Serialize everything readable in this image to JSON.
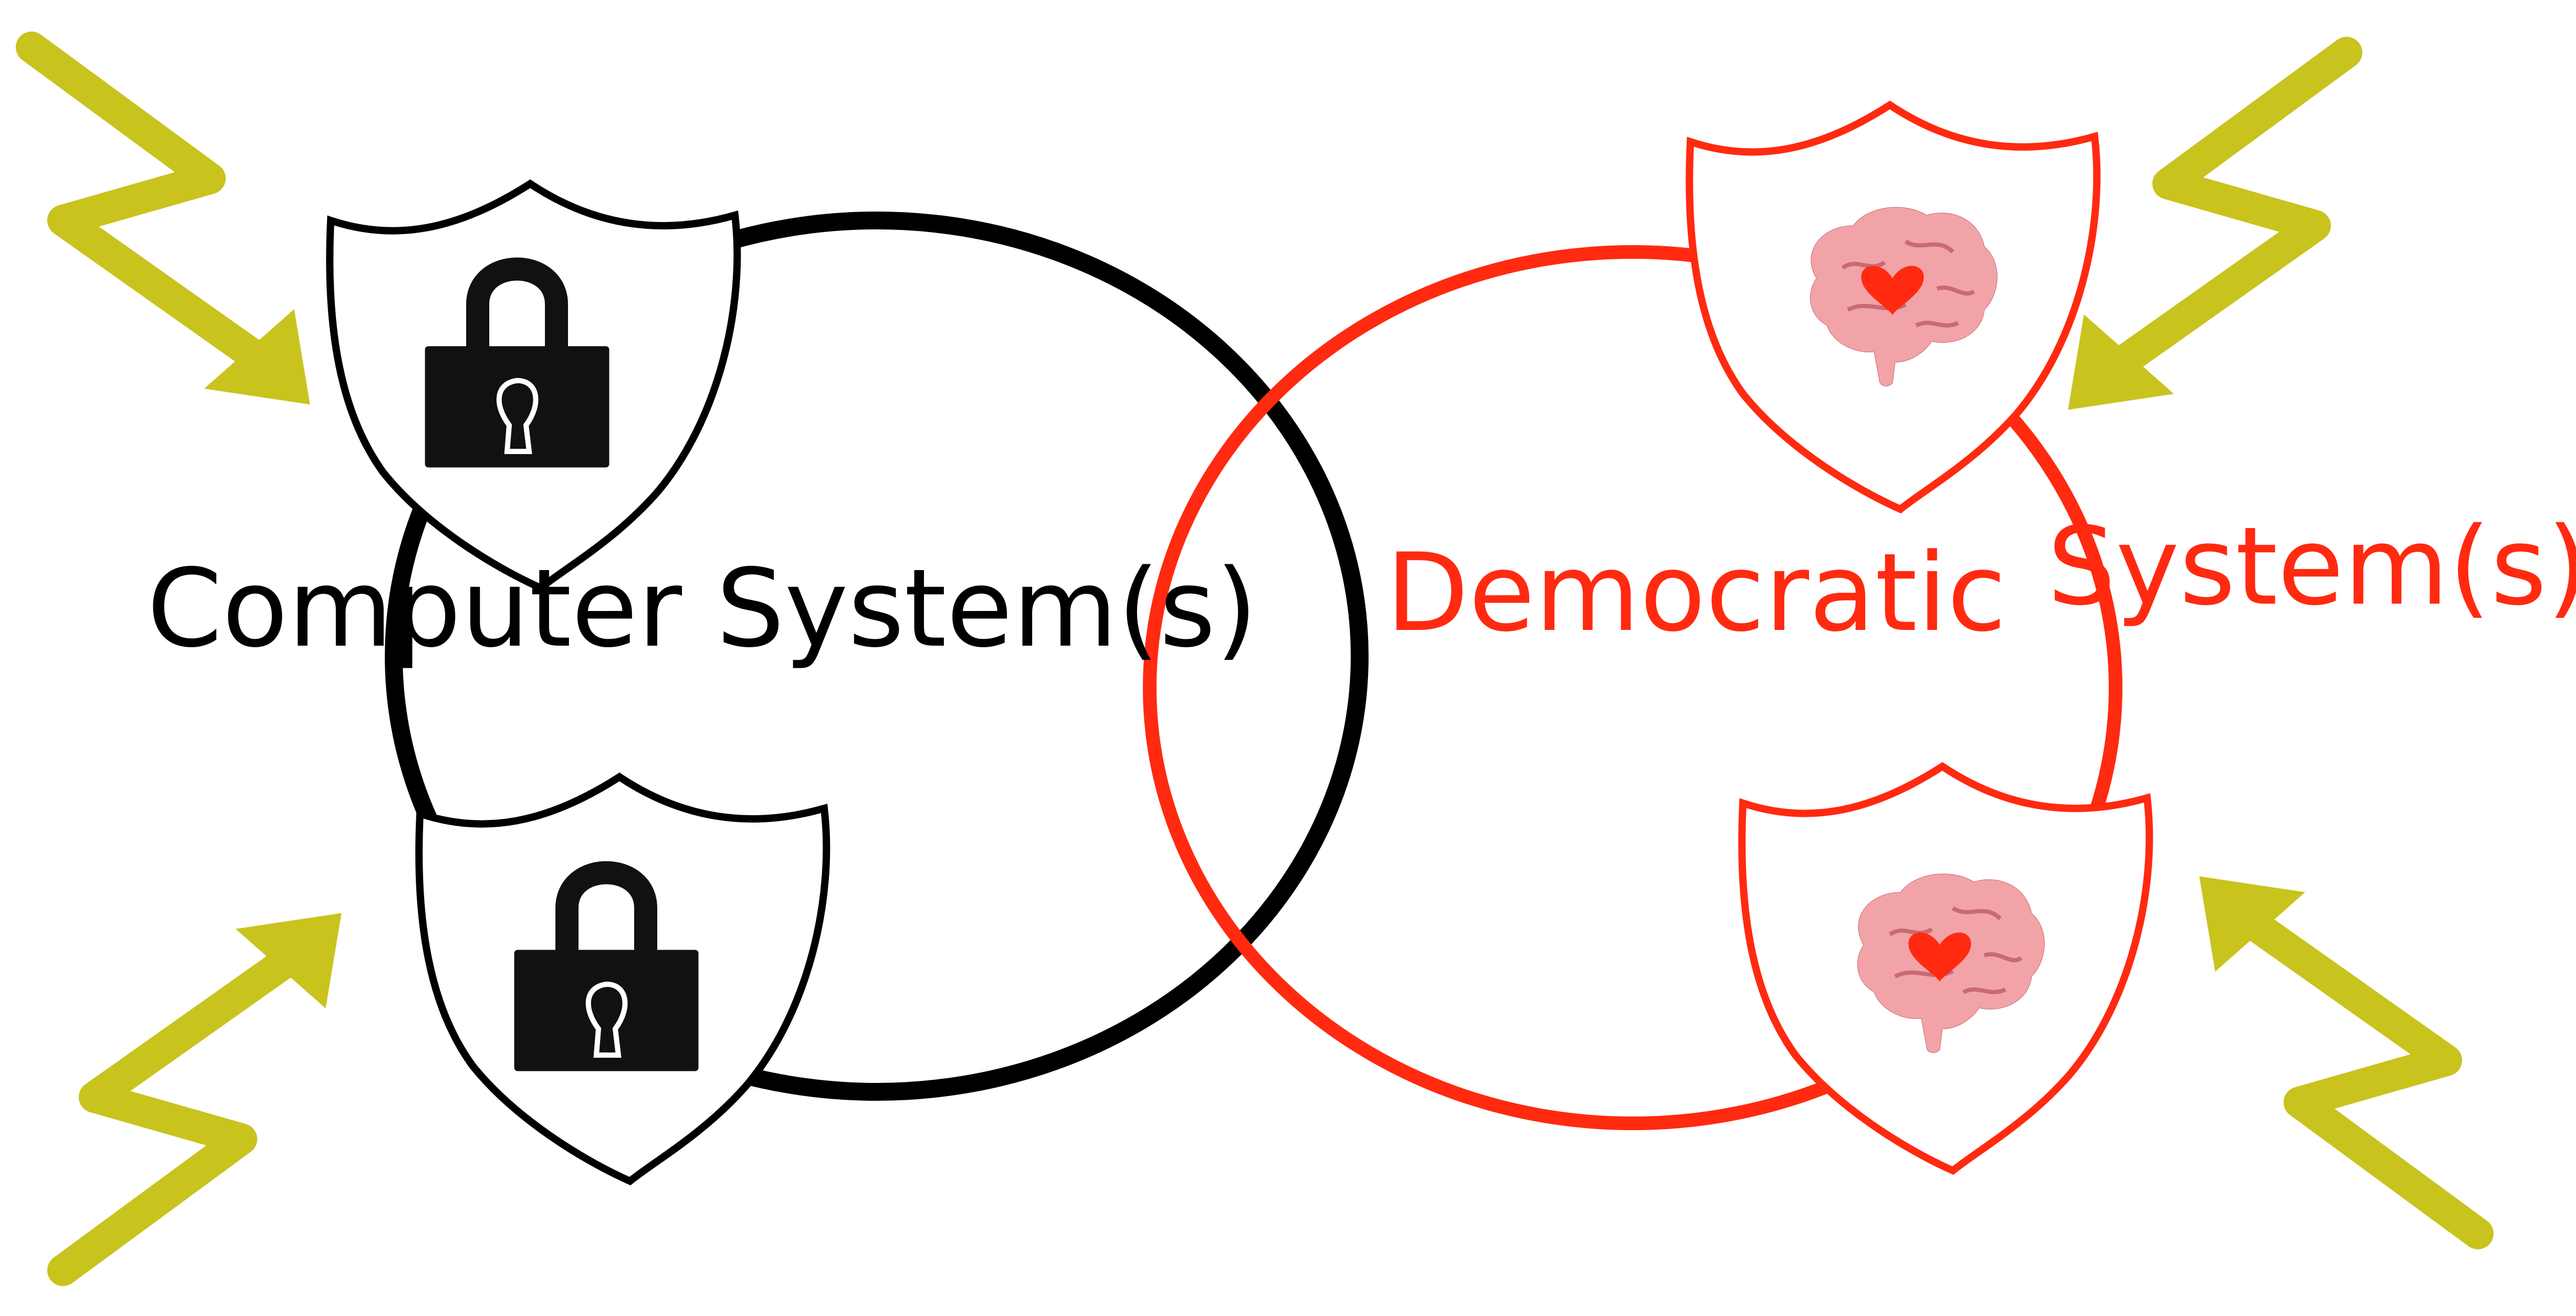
{
  "colors": {
    "background": "#ffffff",
    "computer": "#000000",
    "democratic": "#ff2a10",
    "attack": "#c9c31e",
    "brain": "#f2a3a8",
    "brain_dark": "#c96a72",
    "heart": "#ff2a10"
  },
  "diagram": {
    "computer_label": "Computer System(s)",
    "democratic_label_1": "Democratic",
    "democratic_label_2": "System(s)"
  },
  "icons": {
    "computer_shield": "shield-padlock-icon",
    "democratic_shield": "shield-brain-heart-icon",
    "attack": "lightning-attack-arrow-icon"
  }
}
